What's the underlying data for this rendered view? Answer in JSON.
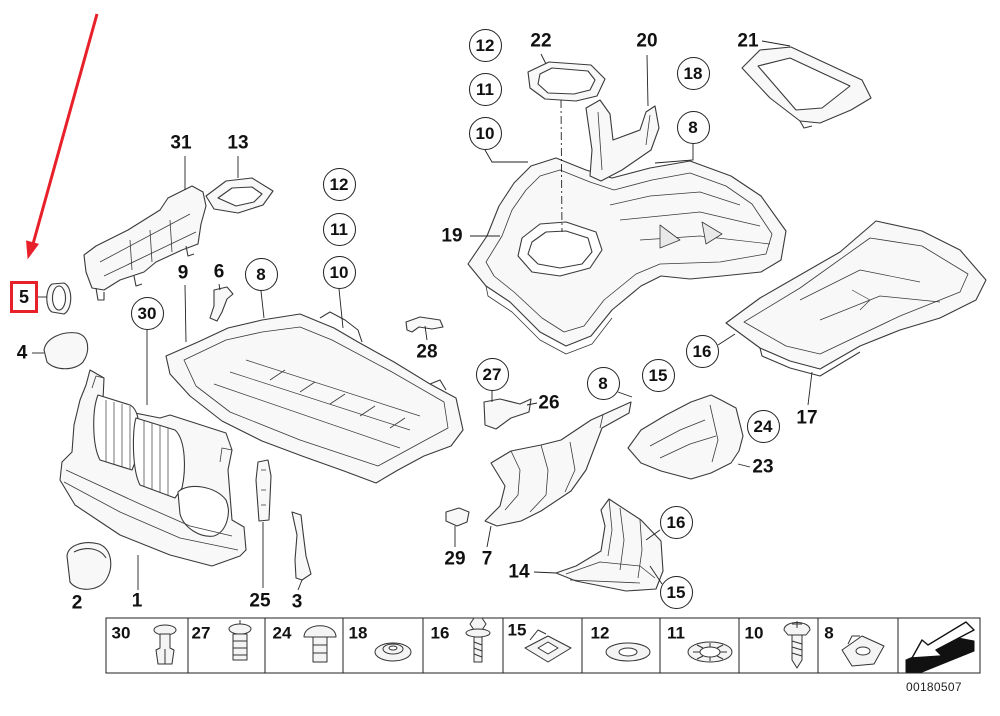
{
  "diagram": {
    "callouts": [
      "5",
      "4",
      "2",
      "1",
      "31",
      "13",
      "9",
      "6",
      "25",
      "3",
      "28",
      "26",
      "29",
      "7",
      "14",
      "19",
      "22",
      "20",
      "21",
      "17",
      "23"
    ],
    "circled_callouts": [
      "30",
      "8",
      "12",
      "11",
      "10",
      "12",
      "11",
      "10",
      "18",
      "8",
      "27",
      "8",
      "15",
      "16",
      "24",
      "16",
      "15"
    ],
    "legend": {
      "items": [
        "30",
        "27",
        "24",
        "18",
        "16",
        "15",
        "12",
        "11",
        "10",
        "8"
      ],
      "last_cell_icon": "direction-arrow-icon"
    },
    "drawing_number": "00180507",
    "pointer": {
      "icon": "red-arrow-icon",
      "target": "5"
    }
  },
  "colors": {
    "highlight": "#e8202a",
    "line": "#2e2e2e"
  }
}
